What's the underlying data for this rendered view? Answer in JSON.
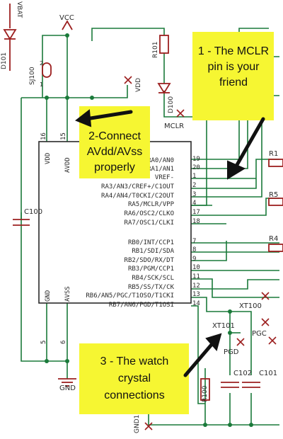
{
  "components": {
    "vbat": "VBAT",
    "vcc": "VCC",
    "vdd_top": "VDD",
    "d101": "D101",
    "sj100": "SJ100",
    "r101": "R101",
    "d100": "D100",
    "mclr": "MCLR",
    "c100": "C100",
    "gnd": "GND",
    "gnd1": "GND1",
    "r1": "R1",
    "r5": "R5",
    "r4": "R4",
    "xt100": "XT100",
    "xt101": "XT101",
    "pgc": "PGC",
    "pgd": "PGD",
    "r100": "R100",
    "c102": "C102",
    "c101": "C101",
    "sj_pin2": "2",
    "sj_pin1": "1",
    "left_pins": [
      "16",
      "15",
      "5",
      "6"
    ],
    "left_labels": [
      "VDD",
      "AVDD",
      "GND",
      "AVSS"
    ]
  },
  "chip_pins": [
    {
      "label": "RA0/AN0",
      "num": "19"
    },
    {
      "label": "RA1/AN1",
      "num": "20"
    },
    {
      "label": "VREF-",
      "num": "1"
    },
    {
      "label": "RA3/AN3/CREF+/C1OUT",
      "num": "2"
    },
    {
      "label": "RA4/AN4/T0CKI/C2OUT",
      "num": "3"
    },
    {
      "label": "RA5/MCLR/VPP",
      "num": "4"
    },
    {
      "label": "RA6/OSC2/CLKO",
      "num": "17"
    },
    {
      "label": "RA7/OSC1/CLKI",
      "num": "18"
    },
    {
      "label": "RB0/INT/CCP1",
      "num": "7"
    },
    {
      "label": "RB1/SDI/SDA",
      "num": "8"
    },
    {
      "label": "RB2/SDO/RX/DT",
      "num": "9"
    },
    {
      "label": "RB3/PGM/CCP1",
      "num": "10"
    },
    {
      "label": "RB4/SCK/SCL",
      "num": "11"
    },
    {
      "label": "RB5/SS/TX/CK",
      "num": "12"
    },
    {
      "label": "RB6/AN5/PGC/T1OSO/T1CKI",
      "num": "13"
    },
    {
      "label": "RB7/AN6/PGD/T1OSI",
      "num": "14"
    }
  ],
  "annotations": {
    "note1": [
      "1 - The MCLR",
      "pin is your",
      "friend"
    ],
    "note2": [
      "2-Connect",
      "AVdd/AVss",
      "properly"
    ],
    "note3": [
      "3 - The watch",
      "crystal",
      "connections"
    ]
  },
  "colors": {
    "wire": "#1a7a3a",
    "part": "#9c1f1f",
    "note_bg": "#f6f632",
    "arrow": "#111111",
    "text": "#2a2a2a"
  }
}
